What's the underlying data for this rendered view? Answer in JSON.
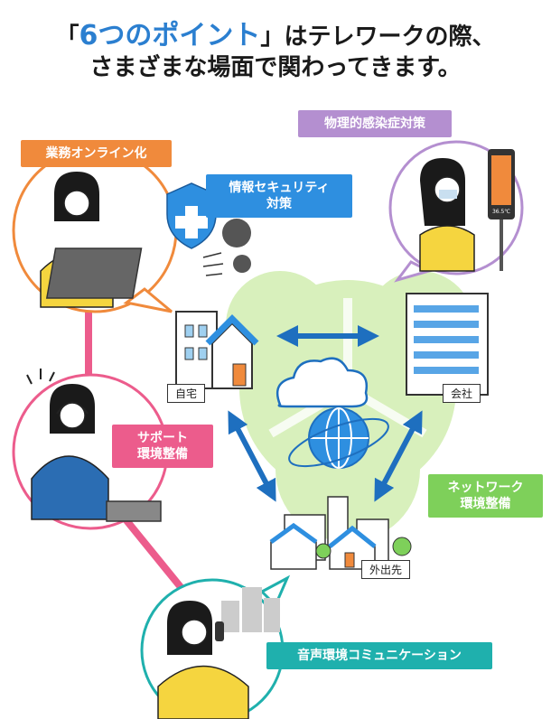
{
  "title": {
    "open_bracket": "「",
    "highlight": "6つのポイント",
    "close_bracket": "」",
    "rest": "はテレワークの際、",
    "line2": "さまざまな場面で関わってきます。"
  },
  "labels": {
    "online": "業務オンライン化",
    "security_line1": "情報セキュリティ",
    "security_line2": "対策",
    "physical": "物理的感染症対策",
    "support_line1": "サポート",
    "support_line2": "環境整備",
    "network_line1": "ネットワーク",
    "network_line2": "環境整備",
    "voice": "音声環境コミュニケーション"
  },
  "places": {
    "home": "自宅",
    "office": "会社",
    "outside": "外出先"
  },
  "colors": {
    "accent": "#2b7fd0",
    "orange": "#f08a3c",
    "blue": "#2e8fe0",
    "purple": "#b48fd0",
    "pink": "#ec5c8c",
    "green": "#7ed05a",
    "teal": "#1fb0ad",
    "light_green": "#d8f0bc"
  },
  "device_text": "36.5℃"
}
